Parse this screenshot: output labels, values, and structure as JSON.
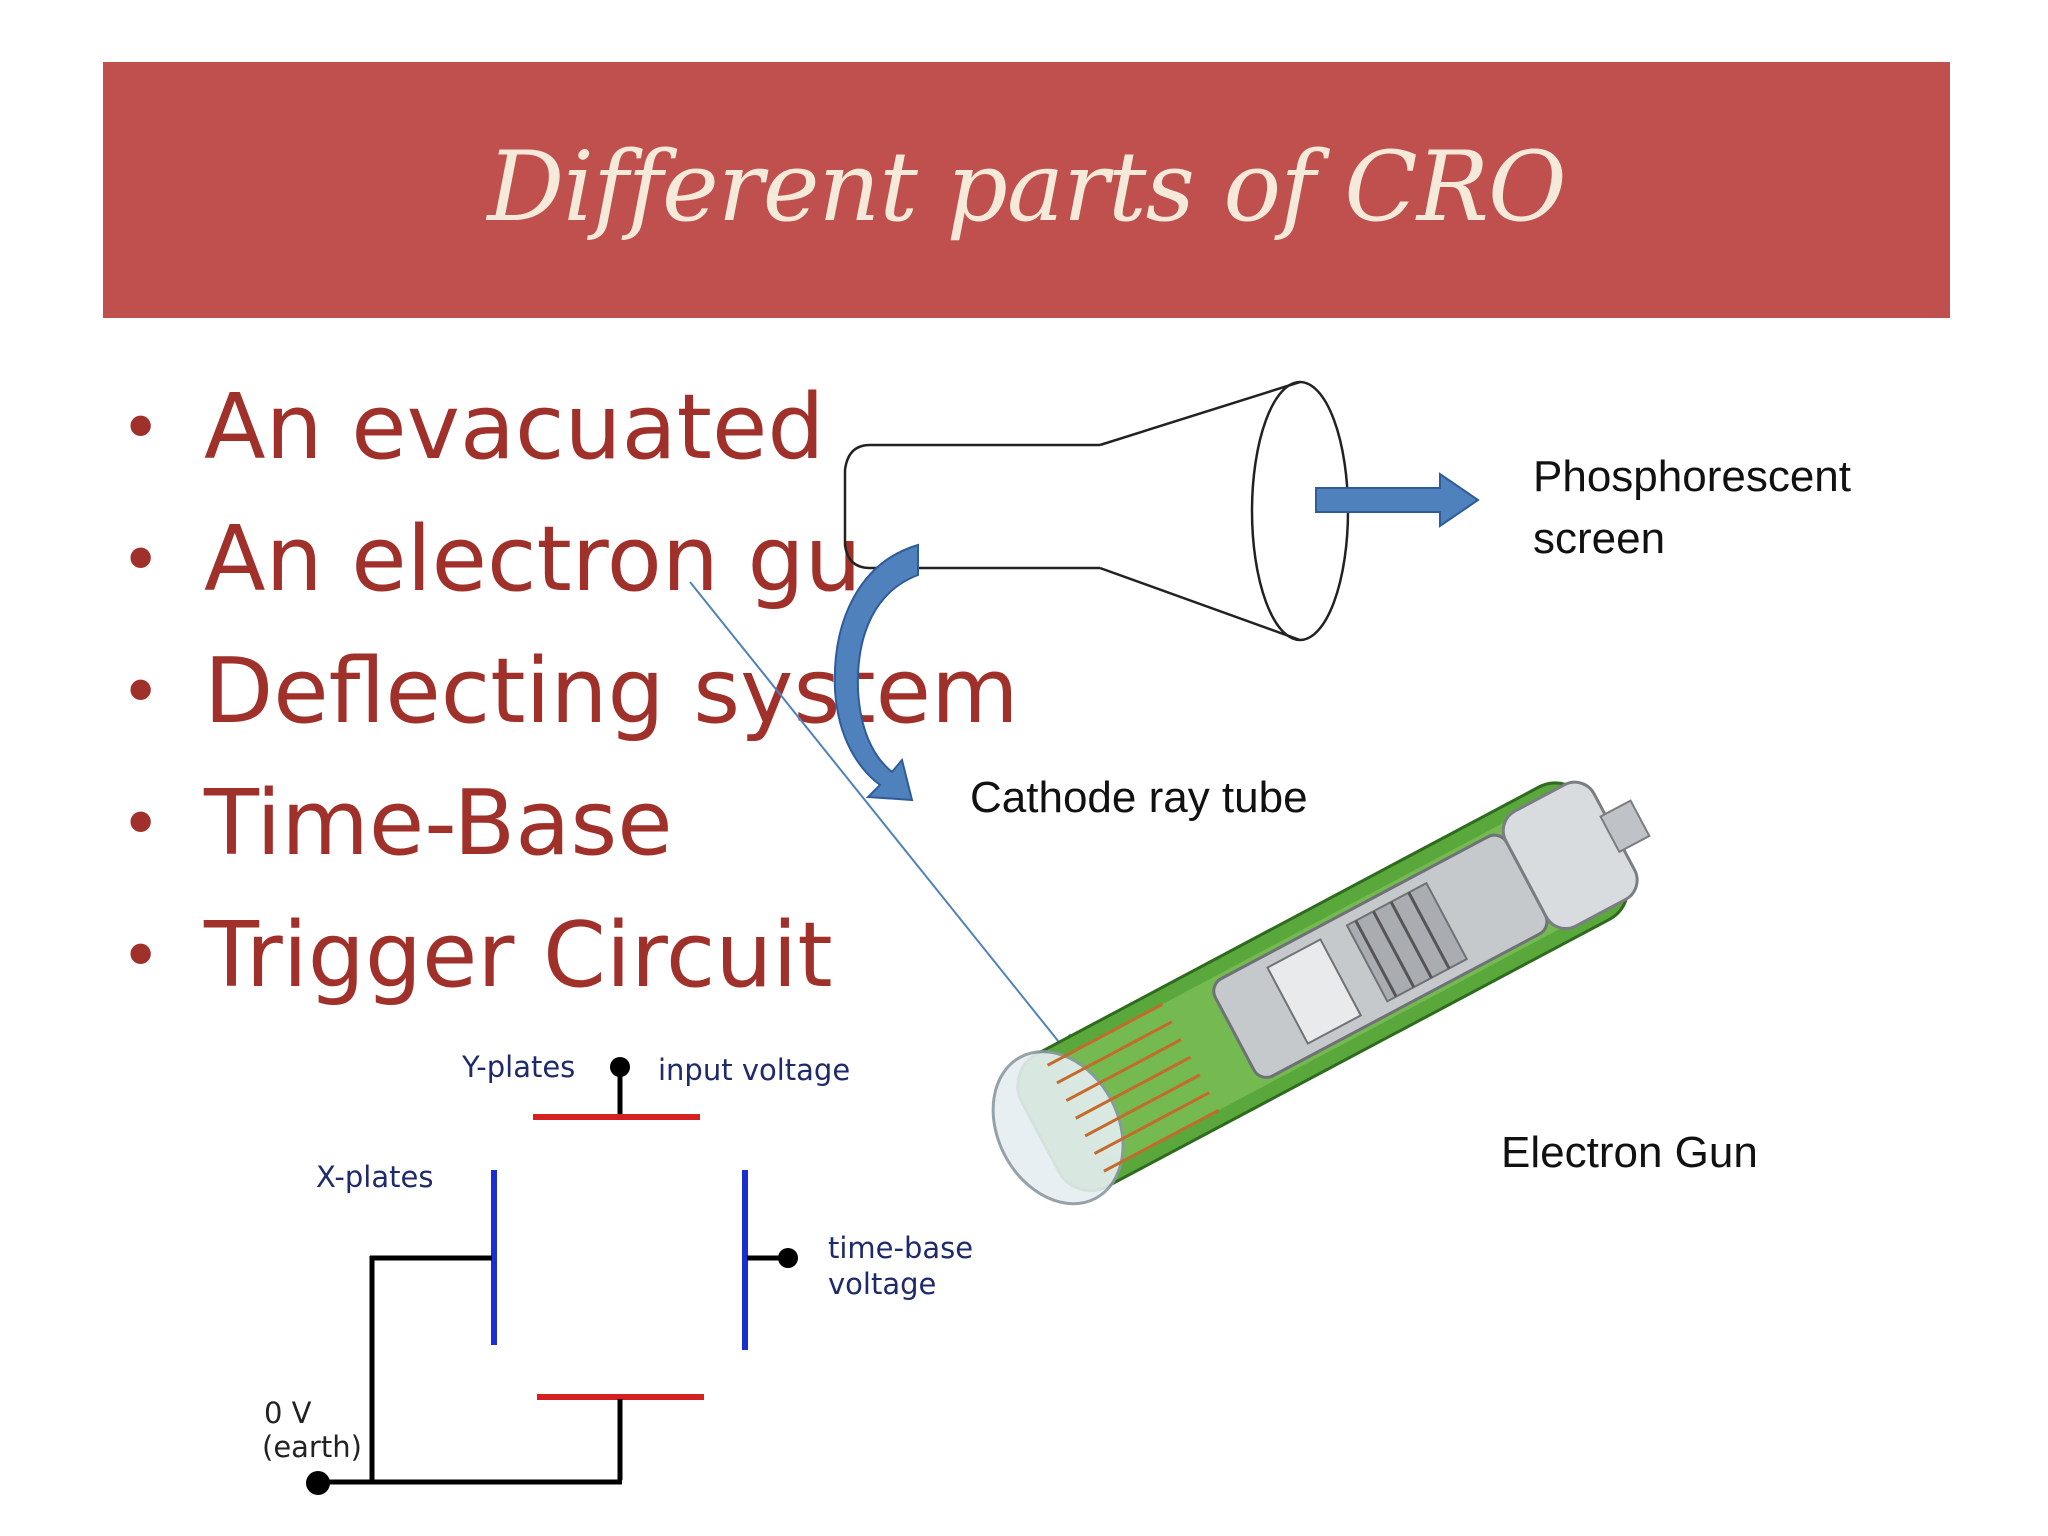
{
  "slide": {
    "title": "Different parts of CRO",
    "bullets": [
      "An evacuated",
      "An electron gu",
      "Deflecting system",
      "Time-Base",
      "Trigger Circuit"
    ]
  },
  "labels": {
    "phosphorescent_screen_line1": "Phosphorescent",
    "phosphorescent_screen_line2": "screen",
    "cathode_ray_tube": "Cathode ray tube",
    "electron_gun": "Electron Gun"
  },
  "circuit": {
    "y_plates": "Y-plates",
    "input_voltage": "input voltage",
    "x_plates": "X-plates",
    "time_base_line1": "time-base",
    "time_base_line2": "voltage",
    "zero_v_line1": "0 V",
    "zero_v_line2": "(earth)"
  },
  "colors": {
    "title_band": "#c0504d",
    "title_text": "#f5ead9",
    "bullet_text": "#a0302a",
    "arrow_blue": "#4f81bd",
    "plate_red": "#d42020",
    "plate_blue": "#1a2fd0"
  }
}
